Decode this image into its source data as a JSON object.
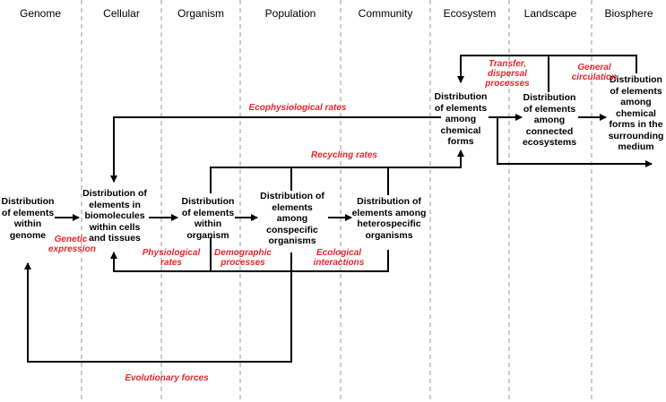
{
  "levels": [
    "Genome",
    "Cellular",
    "Organism",
    "Population",
    "Community",
    "Ecosystem",
    "Landscape",
    "Biosphere"
  ],
  "nodes": {
    "genome": [
      "Distribution",
      "of elements",
      "within",
      "genome"
    ],
    "cellular": [
      "Distribution of",
      "elements in",
      "biomolecules",
      "within cells",
      "and tissues"
    ],
    "organism": [
      "Distribution",
      "of elements",
      "within",
      "organism"
    ],
    "population": [
      "Distribution of",
      "elements",
      "among",
      "conspecific",
      "organisms"
    ],
    "community": [
      "Distribution of",
      "elements among",
      "heterospecific",
      "organisms"
    ],
    "ecosystem": [
      "Distribution",
      "of elements",
      "among",
      "chemical",
      "forms"
    ],
    "landscape": [
      "Distribution",
      "of elements",
      "among",
      "connected",
      "ecosystems"
    ],
    "biosphere": [
      "Distribution",
      "of elements",
      "among",
      "chemical",
      "forms in the",
      "surrounding",
      "medium"
    ]
  },
  "processes": {
    "genetic_expression": [
      "Genetic",
      "expression"
    ],
    "physiological_rates": [
      "Physiological",
      "rates"
    ],
    "demographic_processes": [
      "Demographic",
      "processes"
    ],
    "ecological_interactions": [
      "Ecological",
      "interactions"
    ],
    "recycling_rates": [
      "Recycling rates"
    ],
    "ecophysiological_rates": [
      "Ecophysiological rates"
    ],
    "transfer_dispersal": [
      "Transfer,",
      "dispersal",
      "processes"
    ],
    "general_circulation": [
      "General",
      "circulation"
    ],
    "evolutionary_forces": [
      "Evolutionary forces"
    ]
  },
  "colors": {
    "process_text": "#e8262d",
    "lines": "#000000",
    "dividers": "#9a9a9a"
  }
}
